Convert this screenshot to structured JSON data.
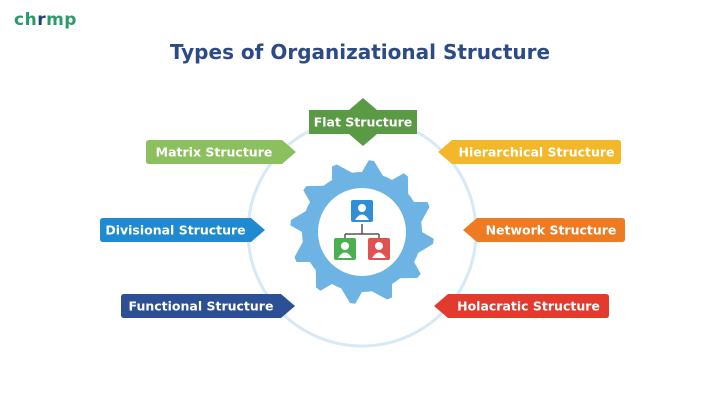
{
  "brand": {
    "logo_text_1": "ch",
    "logo_text_2": "r",
    "logo_text_3": "mp"
  },
  "title": "Types of Organizational Structure",
  "structures": [
    {
      "id": "flat",
      "label": "Flat Structure",
      "color": "#5a9a45"
    },
    {
      "id": "matrix",
      "label": "Matrix Structure",
      "color": "#8cbf5d"
    },
    {
      "id": "hierarchical",
      "label": "Hierarchical Structure",
      "color": "#f3b82a"
    },
    {
      "id": "divisional",
      "label": "Divisional Structure",
      "color": "#1f8ad0"
    },
    {
      "id": "network",
      "label": "Network Structure",
      "color": "#ee7a22"
    },
    {
      "id": "functional",
      "label": "Functional Structure",
      "color": "#2c4f96"
    },
    {
      "id": "holacratic",
      "label": "Holacratic Structure",
      "color": "#e23b2e"
    }
  ],
  "center": {
    "gear_color": "#6db3e3",
    "ring_color": "#d7e9f5",
    "org_top_color": "#2f8fd6",
    "org_left_color": "#4caf50",
    "org_right_color": "#e05252"
  }
}
